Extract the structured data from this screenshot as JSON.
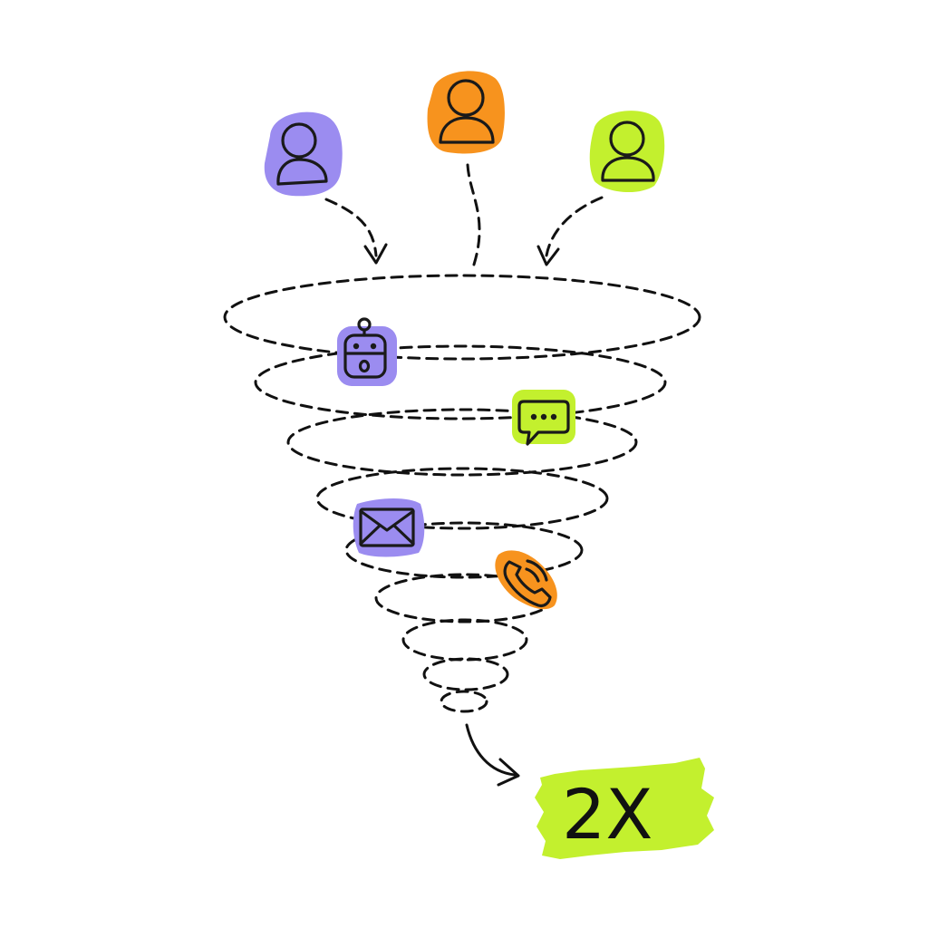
{
  "palette": {
    "purple": "#9b8cf0",
    "orange": "#f7931e",
    "lime": "#c3f02e",
    "ink": "#111111"
  },
  "inputs": [
    {
      "icon": "user-icon",
      "color": "purple"
    },
    {
      "icon": "user-icon",
      "color": "orange"
    },
    {
      "icon": "user-icon",
      "color": "lime"
    }
  ],
  "channels": [
    {
      "icon": "robot-icon",
      "color": "purple"
    },
    {
      "icon": "chat-bubble-icon",
      "color": "lime"
    },
    {
      "icon": "envelope-icon",
      "color": "purple"
    },
    {
      "icon": "phone-icon",
      "color": "orange"
    }
  ],
  "result": {
    "label": "2X",
    "color": "lime"
  }
}
